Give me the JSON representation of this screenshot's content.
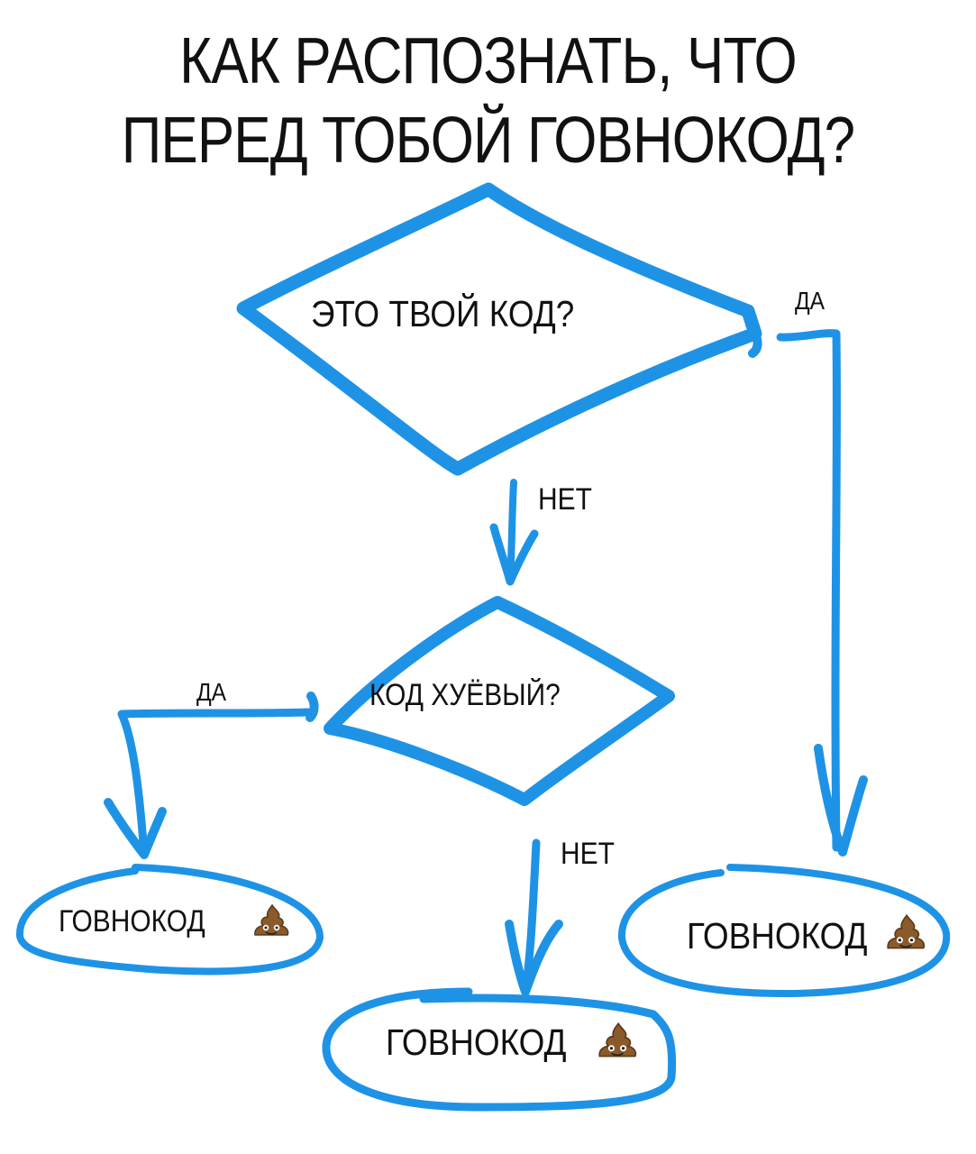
{
  "title": {
    "line1": "КАК РАСПОЗНАТЬ, ЧТО",
    "line2": "ПЕРЕД ТОБОЙ ГОВНОКОД?"
  },
  "nodes": {
    "decision_1": "ЭТО ТВОЙ КОД?",
    "decision_2": "КОД ХУЁВЫЙ?",
    "result_left": "ГОВНОКОД",
    "result_bottom": "ГОВНОКОД",
    "result_right": "ГОВНОКОД"
  },
  "edges": {
    "d1_yes": "ДА",
    "d1_no": "НЕТ",
    "d2_yes": "ДА",
    "d2_no": "НЕТ"
  },
  "icons": {
    "result_icon": "poop-emoji"
  },
  "colors": {
    "stroke": "#1E93E6",
    "text": "#111111",
    "background": "#FFFFFF"
  }
}
